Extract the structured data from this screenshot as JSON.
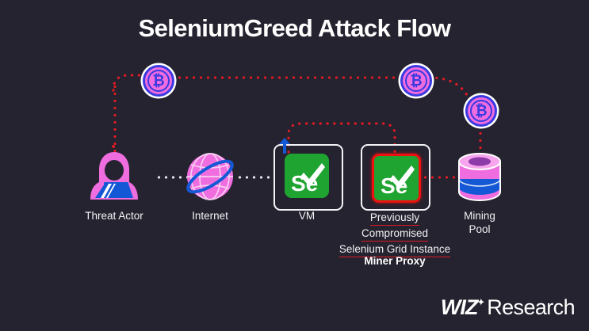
{
  "title": "SeleniumGreed Attack Flow",
  "theme": {
    "background": "#25232f",
    "text": "#ffffff",
    "red_flow": "#e01b24",
    "white_flow": "#e8e8f0",
    "pink": "#f06de0",
    "blue": "#1558d6",
    "selenium_green": "#1fa331",
    "alert_red": "#f01010"
  },
  "nodes": {
    "threat_actor": {
      "label": "Threat Actor",
      "icon": "hacker-icon"
    },
    "internet": {
      "label": "Internet",
      "icon": "globe-icon"
    },
    "vm": {
      "label": "VM",
      "icon": "selenium-logo-icon",
      "badge": "cursor-pin-icon"
    },
    "compromised": {
      "label_lines": [
        "Previously",
        "Compromised",
        "Selenium Grid Instance"
      ],
      "sublabel": "Miner Proxy",
      "icon": "selenium-logo-flagged-icon"
    },
    "mining_pool": {
      "label": "Mining\nPool",
      "label_line1": "Mining",
      "label_line2": "Pool",
      "icon": "database-cylinder-icon"
    }
  },
  "coins": [
    {
      "symbol": "₿",
      "name": "bitcoin-coin-1"
    },
    {
      "symbol": "₿",
      "name": "bitcoin-coin-2"
    },
    {
      "symbol": "₿",
      "name": "bitcoin-coin-3"
    }
  ],
  "selenium_logo": {
    "text": "Se",
    "check": "✔"
  },
  "footer": {
    "brand": "WIZ",
    "sparkle": "✦",
    "suffix": "Research"
  }
}
